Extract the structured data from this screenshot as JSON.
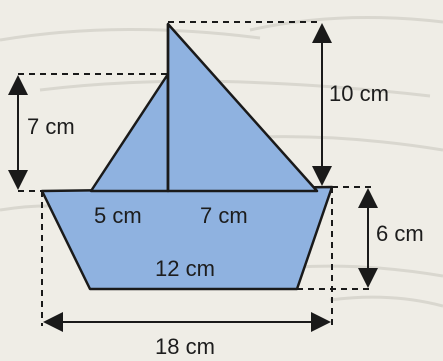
{
  "figure": {
    "labels": {
      "sail_left_height": "7 cm",
      "sail_right_height": "10 cm",
      "hull_height": "6 cm",
      "sail_left_base": "5 cm",
      "sail_right_base": "7 cm",
      "hull_bottom": "12 cm",
      "hull_top": "18 cm"
    },
    "colors": {
      "fill": "#8fb2e0",
      "stroke": "#1a1a1a",
      "background": "#efede6"
    }
  }
}
